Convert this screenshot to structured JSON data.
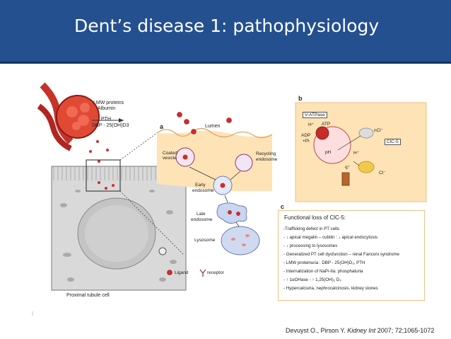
{
  "slide": {
    "title": "Dent’s disease 1: pathophysiology"
  },
  "glomerulus": {
    "labels": [
      "LMW proteins",
      "Albumin",
      "PTH",
      "DBP - 25(OH)D3"
    ]
  },
  "panel_a": {
    "letter": "a",
    "lumen": "Lumen",
    "coated_vesicle": [
      "Coated",
      "vesicle"
    ],
    "recycling_endosome": [
      "Recycling",
      "endosome"
    ],
    "early_endosome": [
      "Early",
      "endosome"
    ],
    "late_endosome": [
      "Late",
      "endosome"
    ],
    "lysosome": "Lysosome",
    "legend_ligand": "Ligand",
    "legend_receptor": "receptor"
  },
  "cell": {
    "label": "Proximal tubule cell"
  },
  "panel_b": {
    "letter": "b",
    "v_atpase": "V-ATPase",
    "h_plus": "H⁺",
    "atp": "ATP",
    "adp_pi": [
      "ADP",
      "+Pi"
    ],
    "ph": "pH",
    "ncl": "nCl⁻",
    "clc5": "ClC-5",
    "h_plus_2": "H⁺",
    "cl_minus": "Cl⁻",
    "q_plus": "q⁺"
  },
  "panel_c": {
    "letter": "c",
    "title": "Functional loss of ClC-5:",
    "items": [
      "-Trafficking defect in PT cells",
      "   - ↓ apical megalin – cubilin : ↓ apical endocytosis",
      "   - ↓ processing to lysosomes",
      "- Generalized PT cell dysfunction – renal Fanconi syndrome",
      "- LMW proteinuria : DBP - 25(OH)D₃, PTH",
      "- Internalization of NaPi-IIa: phosphaturia",
      "- ↑ 1αOHase - ↑ 1,25(OH)₂ D₃",
      "- Hypercalciuria, nephrocalcinosis, kidney stones"
    ]
  },
  "citation": {
    "authors": "Devuyst O., Pirson Y. ",
    "journal": "Kidney Int",
    "details": " 2007; 72;1065-1072"
  },
  "colors": {
    "title_bar": "#24508f",
    "ligand": "#d42a2a",
    "cell_fill": "#fde3b6",
    "panel_b_fill": "#fde3b6",
    "receptor": "#8a3a6a"
  }
}
